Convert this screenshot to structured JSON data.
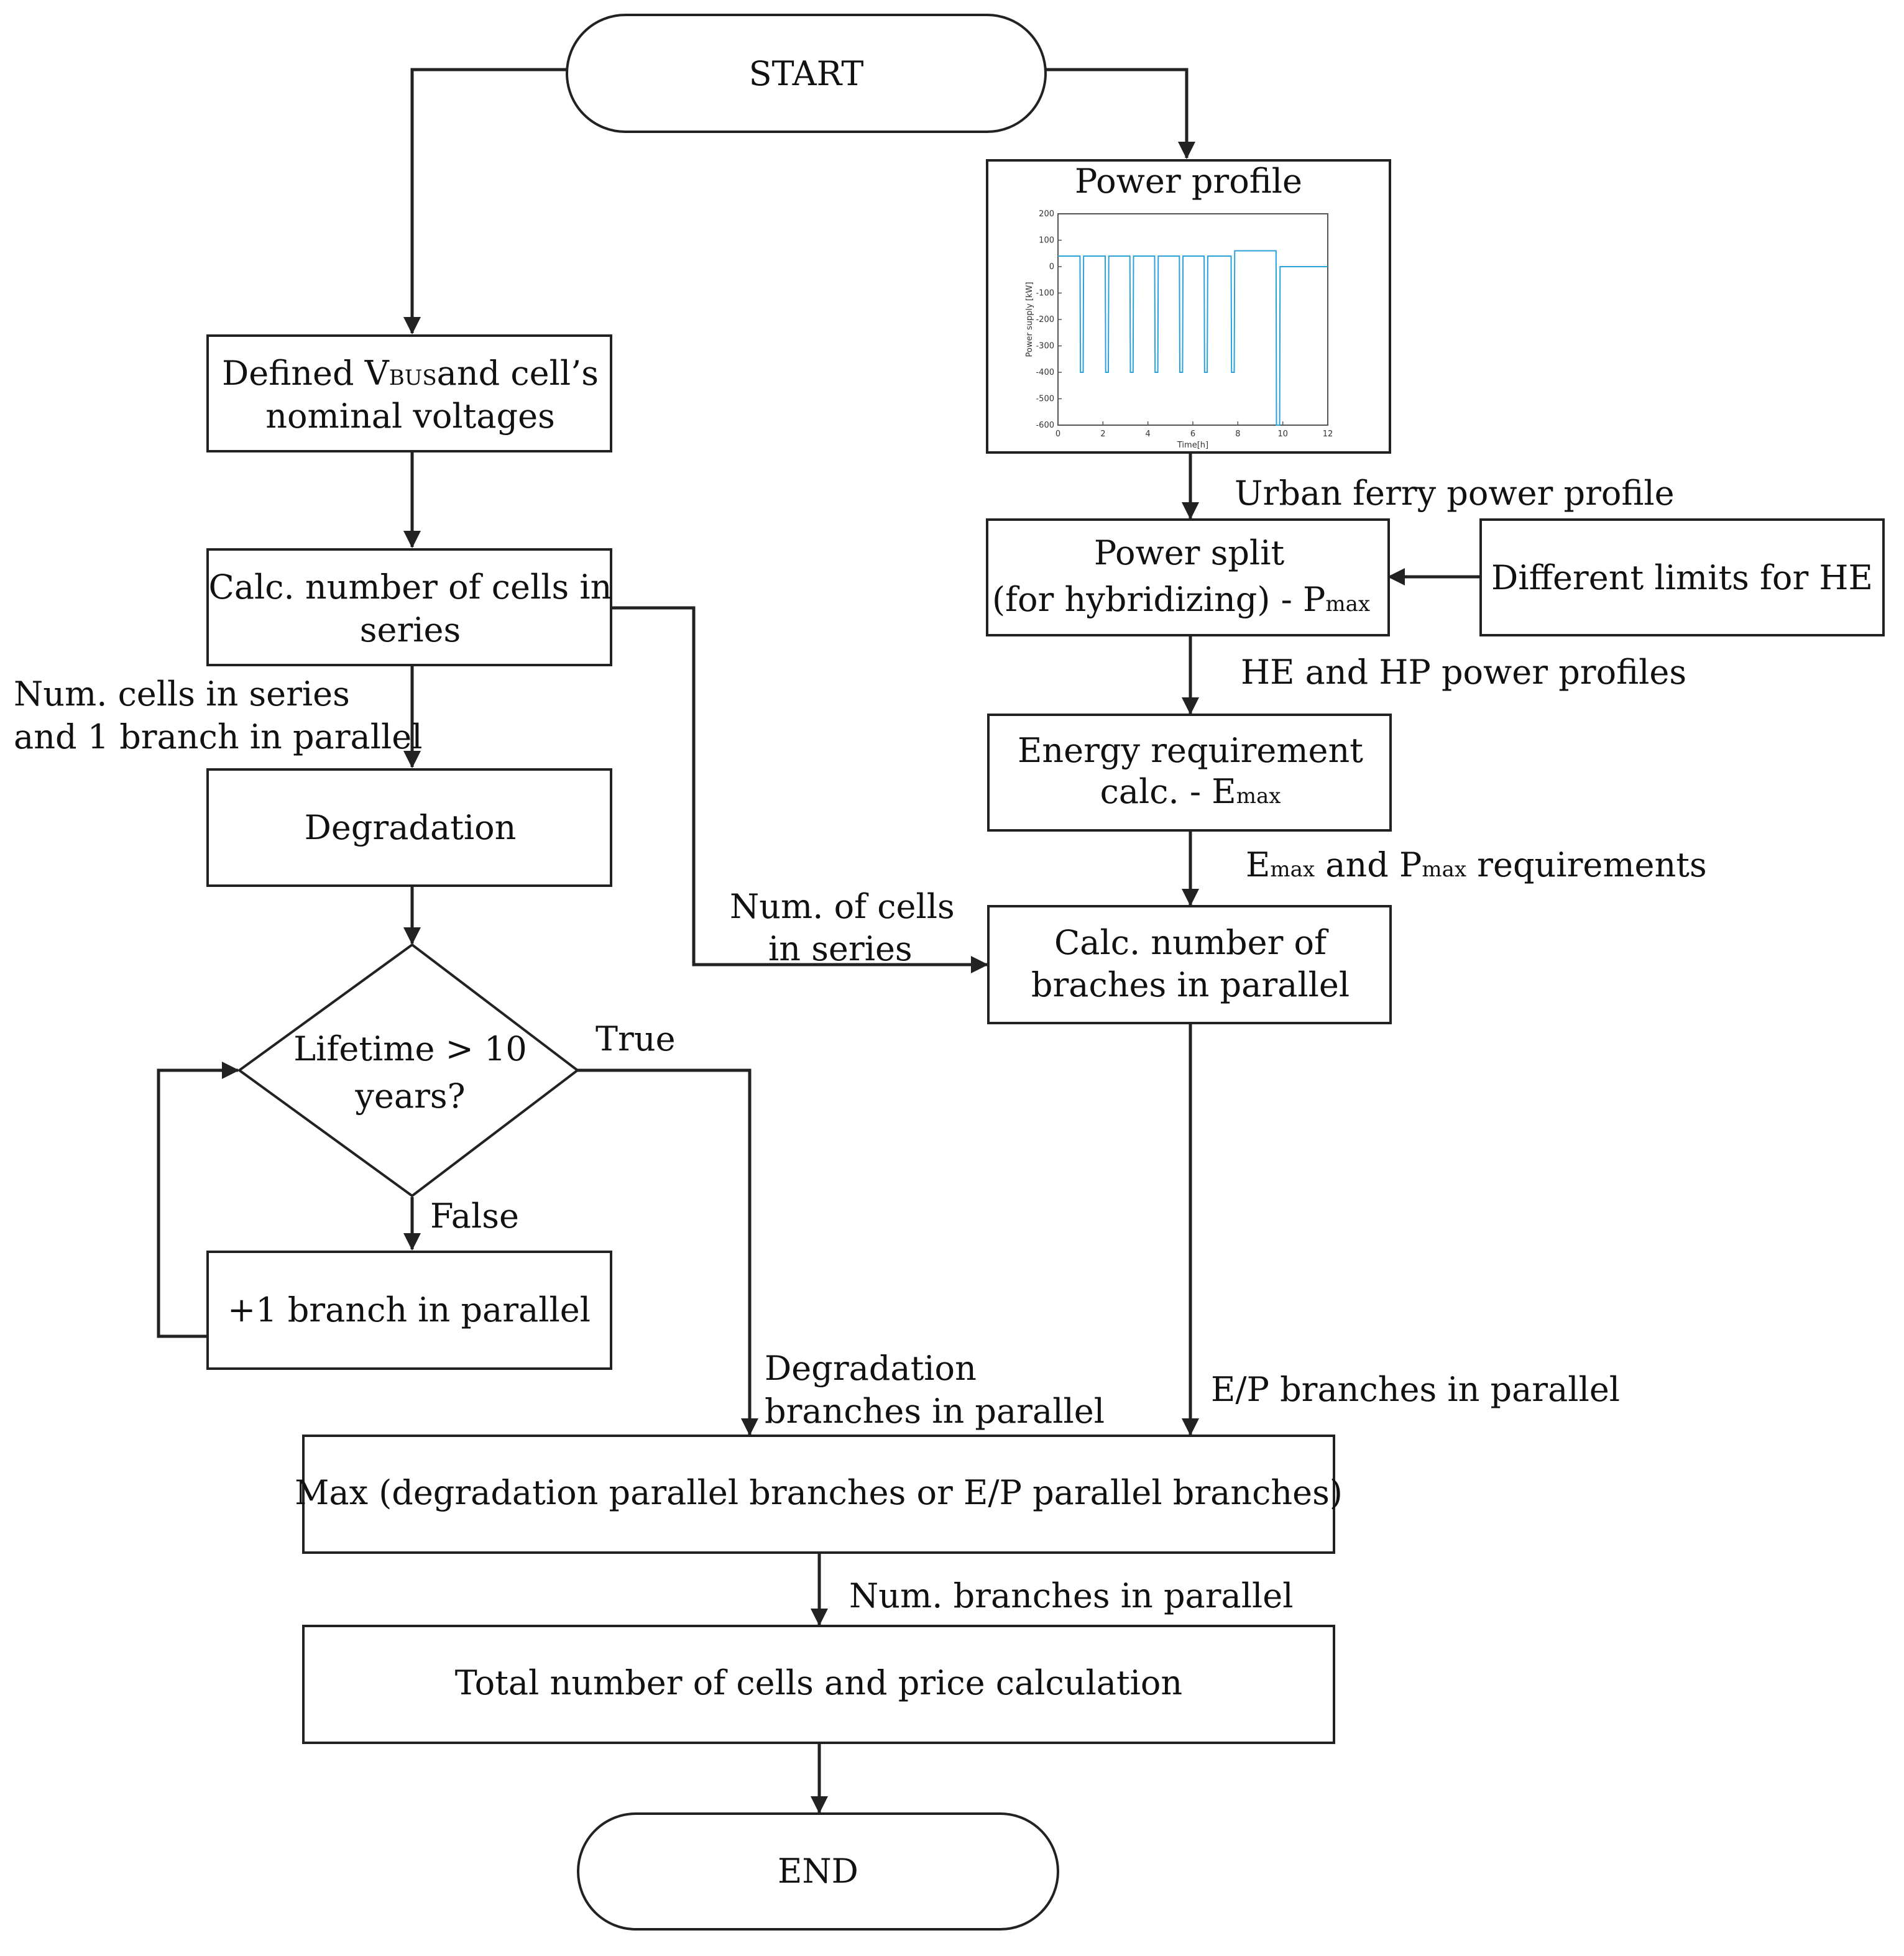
{
  "colors": {
    "stroke": "#222222",
    "text": "#111111",
    "background": "#ffffff",
    "chart_series": "#2aa2d8",
    "chart_axis": "#555555"
  },
  "nodes": {
    "start": "START",
    "end": "END",
    "defined_vbus": {
      "prefix": "Defined V",
      "sub": "BUS",
      "suffix": "and cell’s",
      "line2": "nominal voltages"
    },
    "calc_series": {
      "line1": "Calc. number of cells in",
      "line2": "series"
    },
    "degradation": "Degradation",
    "lifetime": {
      "line1": "Lifetime > 10",
      "line2": "years?"
    },
    "plus_branch": "+1 branch in parallel",
    "power_profile": "Power profile",
    "power_split": {
      "line1": "Power split",
      "line2": "(for hybridizing) - P",
      "sub": "max"
    },
    "different_limits": "Different limits for HE",
    "energy_req": {
      "line1": "Energy requirement",
      "line2": "calc. - E",
      "sub": "max"
    },
    "calc_parallel": {
      "line1": "Calc. number of",
      "line2": "braches in parallel"
    },
    "max_box": "Max (degradation parallel branches or E/P parallel branches)",
    "total_box": "Total number of cells and price calculation"
  },
  "labels": {
    "num_cells_series_branch": {
      "line1": "Num. cells in series",
      "line2": "and 1 branch in parallel"
    },
    "num_of_cells_in_series": {
      "line1": "Num. of cells",
      "line2": "in series"
    },
    "true": "True",
    "false": "False",
    "degradation_branches": {
      "line1": "Degradation",
      "line2": "branches in parallel"
    },
    "ep_branches": "E/P branches in parallel",
    "urban_ferry": "Urban ferry power profile",
    "he_hp_profiles": "HE and HP power profiles",
    "emax_pmax_req": {
      "e": "E",
      "e_sub": "max",
      "mid": " and P",
      "p_sub": "max",
      "tail": " requirements"
    },
    "num_branches_parallel": "Num. branches in parallel"
  },
  "chart_data": {
    "type": "line",
    "title": "",
    "xlabel": "Time[h]",
    "ylabel": "Power supply [kW]",
    "xlim": [
      0,
      12
    ],
    "ylim": [
      -600,
      200
    ],
    "x_ticks": [
      0,
      2,
      4,
      6,
      8,
      10,
      12
    ],
    "y_ticks": [
      200,
      100,
      0,
      -100,
      -200,
      -300,
      -400,
      -500,
      -600
    ],
    "grid": false,
    "series": [
      {
        "x": [
          0,
          0.98,
          1.0,
          1.12,
          1.14,
          2.1,
          2.12,
          2.24,
          2.26,
          3.2,
          3.22,
          3.34,
          3.36,
          4.3,
          4.32,
          4.44,
          4.46,
          5.4,
          5.42,
          5.54,
          5.56,
          6.5,
          6.52,
          6.64,
          6.66,
          7.7,
          7.72,
          7.84,
          7.86,
          9.7,
          9.72,
          9.86,
          9.88,
          12
        ],
        "y": [
          40,
          40,
          -400,
          -400,
          40,
          40,
          -400,
          -400,
          40,
          40,
          -400,
          -400,
          40,
          40,
          -400,
          -400,
          40,
          40,
          -400,
          -400,
          40,
          40,
          -400,
          -400,
          40,
          40,
          -400,
          -400,
          60,
          60,
          -600,
          -600,
          0,
          0
        ]
      }
    ]
  }
}
